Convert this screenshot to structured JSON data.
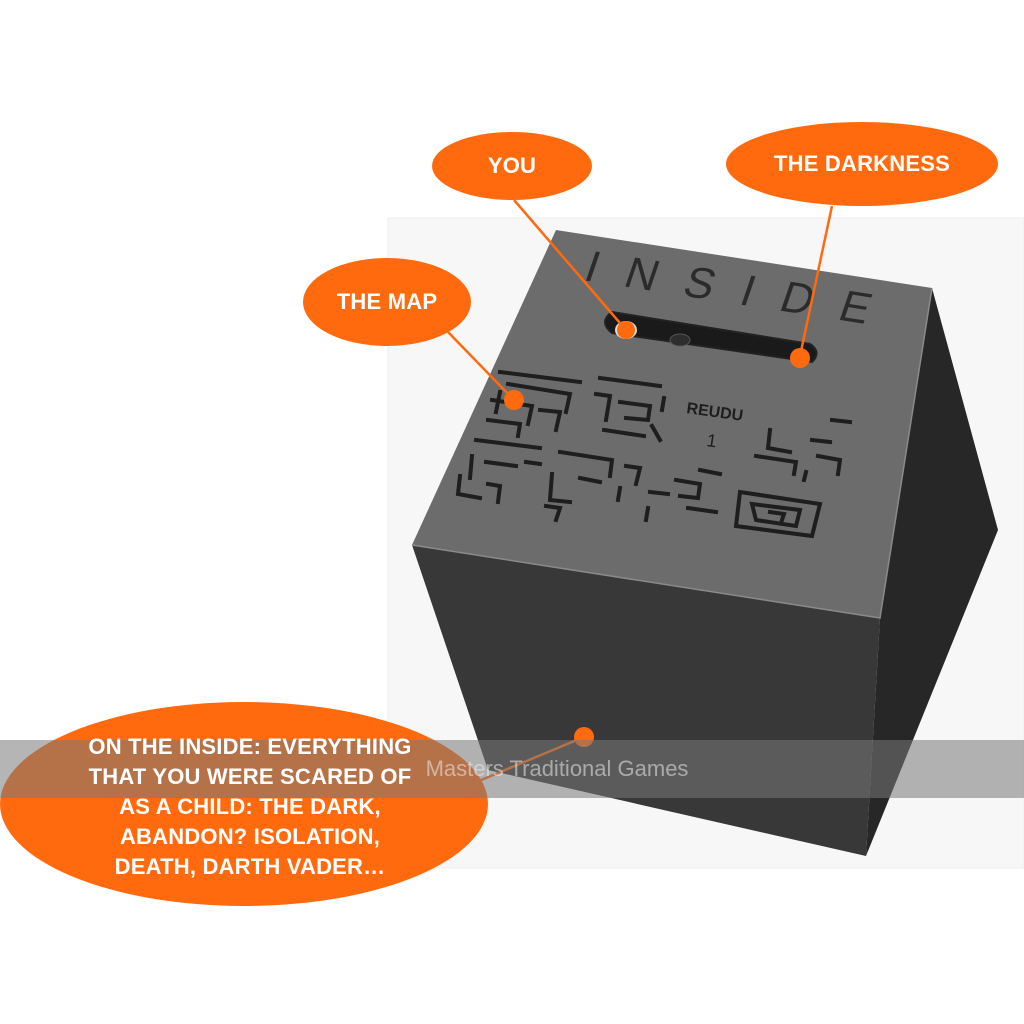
{
  "cube": {
    "brand": "INSIDE",
    "model": "REUDU",
    "level": "1"
  },
  "callouts": {
    "you": "YOU",
    "darkness": "THE DARKNESS",
    "map": "THE MAP",
    "inside_lines": [
      "ON THE INSIDE: EVERYTHING",
      "THAT YOU WERE SCARED OF",
      "AS A CHILD: THE DARK,",
      "ABANDON? ISOLATION,",
      "DEATH, DARTH VADER…"
    ]
  },
  "watermark": "Masters Traditional Games",
  "colors": {
    "accent": "#ff6a0f",
    "cube_top": "#6b6b6b",
    "cube_front": "#3a3a3a",
    "cube_side": "#262626"
  }
}
